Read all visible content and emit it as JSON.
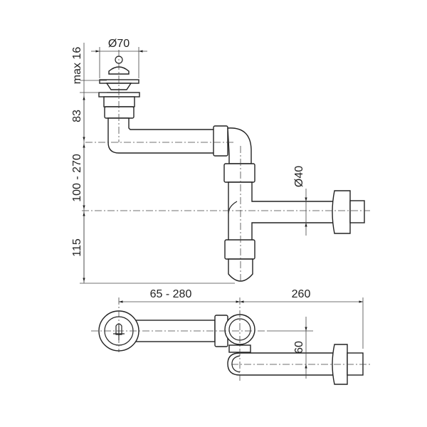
{
  "dimensions": {
    "flange_diameter": "Ø70",
    "max_thickness": "max 16",
    "basket_height": "83",
    "height_range": "100 - 270",
    "trap_depth": "115",
    "pipe_diameter": "Ø40",
    "horizontal_reach": "65 - 280",
    "outlet_length": "260",
    "offset": "60"
  }
}
